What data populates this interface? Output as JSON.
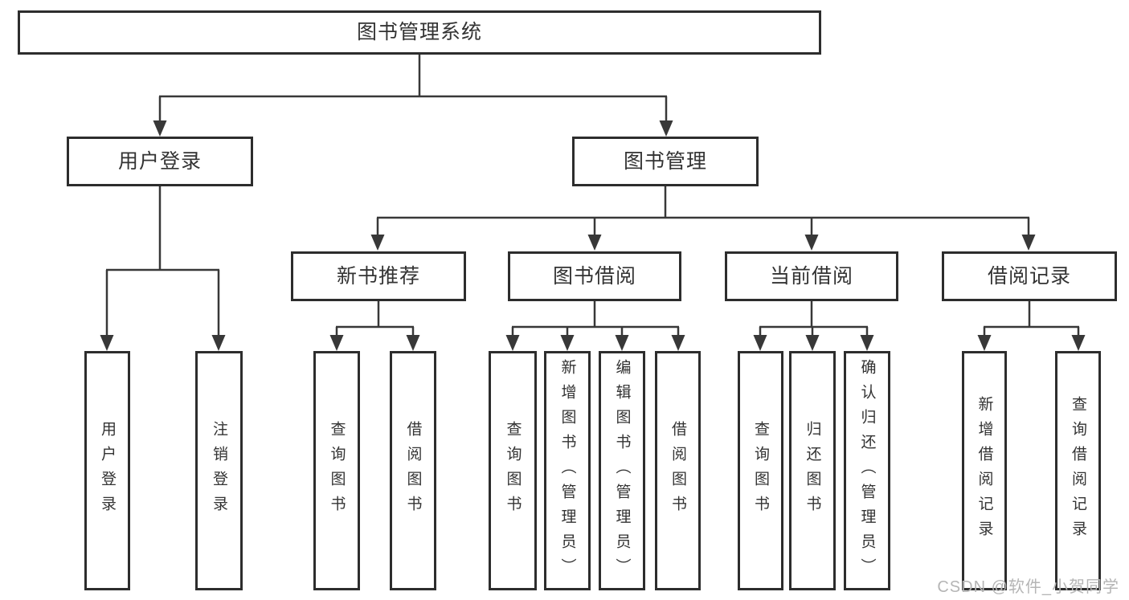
{
  "tree": {
    "root": {
      "label": "图书管理系统"
    },
    "level2": [
      {
        "label": "用户登录",
        "children": [
          {
            "label": "用户登录"
          },
          {
            "label": "注销登录"
          }
        ]
      },
      {
        "label": "图书管理",
        "children": [
          {
            "label": "新书推荐",
            "children": [
              {
                "label": "查询图书"
              },
              {
                "label": "借阅图书"
              }
            ]
          },
          {
            "label": "图书借阅",
            "children": [
              {
                "label": "查询图书"
              },
              {
                "label": "新增图书（管理员）"
              },
              {
                "label": "编辑图书（管理员）"
              },
              {
                "label": "借阅图书"
              }
            ]
          },
          {
            "label": "当前借阅",
            "children": [
              {
                "label": "查询图书"
              },
              {
                "label": "归还图书"
              },
              {
                "label": "确认归还（管理员）"
              }
            ]
          },
          {
            "label": "借阅记录",
            "children": [
              {
                "label": "新增借阅记录"
              },
              {
                "label": "查询借阅记录"
              }
            ]
          }
        ]
      }
    ]
  },
  "watermark": {
    "text": "CSDN @软件_小贺同学"
  },
  "colors": {
    "line": "#383838",
    "box_border": "#2d2d2d",
    "box_fill": "#ffffff",
    "text": "#333333",
    "watermark": "#b5b5b5",
    "background": "#ffffff"
  }
}
